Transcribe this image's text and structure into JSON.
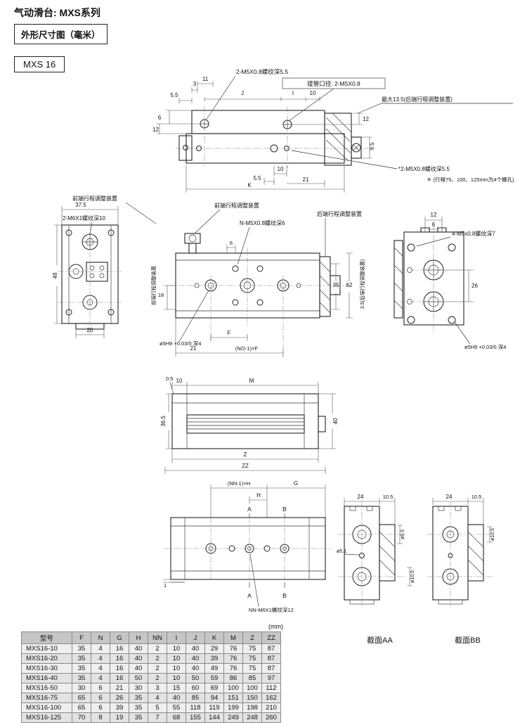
{
  "header": {
    "title": "气动滑台: MXS系列",
    "subtitle": "外形尺寸图（毫米）",
    "model_tag": "MXS 16"
  },
  "side_view": {
    "thread_top_label": "2-M5X0.8螺纹深5.5",
    "port_label": "接管口径: 2-M5X0.8",
    "max_label": "最大13.5(后端行程调整装置)",
    "thread_bottom_label": "*2-M5X0.8螺纹深5.5",
    "note": "＊ (行程75、100、125mm为4个螺孔)",
    "dims": {
      "d3": "3",
      "d11": "11",
      "d55_top": "5.5",
      "dJ": "J",
      "dI": "I",
      "d10_top": "10",
      "d6": "6",
      "d12_left": "12",
      "d12_right": "12",
      "d95": "9.5",
      "d10_bot": "10",
      "d55_bot": "5.5",
      "d21": "21",
      "dK": "K"
    }
  },
  "left_end_view": {
    "front_adjuster_label": "前端行程调整装置",
    "thread_label": "2-M6X1螺纹深10",
    "dims": {
      "d375": "37.5",
      "d48": "48",
      "d20": "20"
    }
  },
  "plan_view": {
    "front_adjuster_label": "前端行程调整装置",
    "thread_label": "N-M5X0.8螺纹深6",
    "rear_adjuster_label": "后端行程调整装置",
    "front_adjuster_side_label": "前端行程调整装置",
    "rear_adjuster_side_label": "3.5(后端行程调整装置)",
    "hole_label": "ø5H9 +0.03/0 深4",
    "dims": {
      "d6": "6",
      "d18": "18",
      "d35": "35",
      "d62": "62",
      "dF": "F",
      "d21": "21",
      "formula": "(N/2-1)×F"
    }
  },
  "right_end_view": {
    "thread_label": "4-M5x0.8螺纹深7",
    "hole_label": "ø5H9 +0.03/0 深4",
    "dims": {
      "d12": "12",
      "d6": "6",
      "d26": "26"
    }
  },
  "body_view": {
    "dims": {
      "d05": "0.5",
      "d10": "10",
      "dM": "M",
      "d365": "36.5",
      "d40": "40",
      "dZ": "Z",
      "dZZ": "ZZ"
    }
  },
  "bottom_view": {
    "thread_label": "NN-M6X1螺纹深12",
    "dims": {
      "formula": "(NN-1)×H",
      "dG": "G",
      "dH": "H",
      "dA": "A",
      "dB": "B",
      "d1": "1"
    }
  },
  "section_aa": {
    "caption": "截面AA",
    "dims": {
      "d24": "24",
      "d105": "10.5",
      "dia51": "ø5.1",
      "dia95": "ø9.5",
      "dia105": "ø10.5"
    }
  },
  "section_bb": {
    "caption": "截面BB",
    "dims": {
      "d24": "24",
      "d105": "10.5",
      "dia105": "ø10.5"
    }
  },
  "table": {
    "unit_label": "(mm)",
    "headers": [
      "型号",
      "F",
      "N",
      "G",
      "H",
      "NN",
      "I",
      "J",
      "K",
      "M",
      "Z",
      "ZZ"
    ],
    "rows": [
      [
        "MXS16-10",
        "35",
        "4",
        "16",
        "40",
        "2",
        "10",
        "40",
        "29",
        "76",
        "75",
        "87"
      ],
      [
        "MXS16-20",
        "35",
        "4",
        "16",
        "40",
        "2",
        "10",
        "40",
        "39",
        "76",
        "75",
        "87"
      ],
      [
        "MXS16-30",
        "35",
        "4",
        "16",
        "40",
        "2",
        "10",
        "40",
        "49",
        "76",
        "75",
        "87"
      ],
      [
        "MXS16-40",
        "35",
        "4",
        "16",
        "50",
        "2",
        "10",
        "50",
        "59",
        "86",
        "85",
        "97"
      ],
      [
        "MXS16-50",
        "30",
        "6",
        "21",
        "30",
        "3",
        "15",
        "60",
        "69",
        "100",
        "100",
        "112"
      ],
      [
        "MXS16-75",
        "65",
        "6",
        "26",
        "35",
        "4",
        "40",
        "85",
        "94",
        "151",
        "150",
        "162"
      ],
      [
        "MXS16-100",
        "65",
        "6",
        "39",
        "35",
        "5",
        "55",
        "118",
        "119",
        "199",
        "198",
        "210"
      ],
      [
        "MXS16-125",
        "70",
        "8",
        "19",
        "35",
        "7",
        "68",
        "155",
        "144",
        "249",
        "248",
        "260"
      ]
    ]
  }
}
